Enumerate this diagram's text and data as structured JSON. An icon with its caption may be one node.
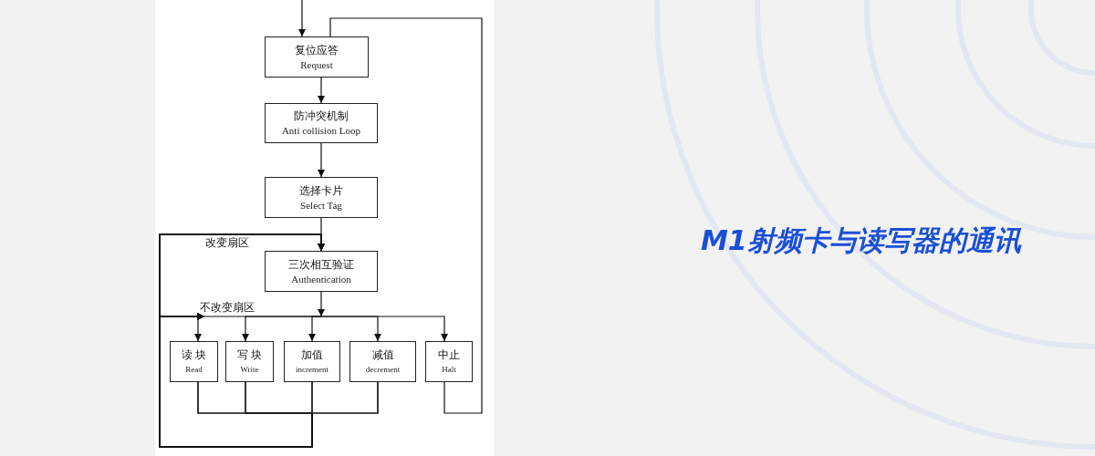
{
  "diagram": {
    "title": "M1射频卡与读写器的通讯",
    "nodes": [
      {
        "text": [
          "复位应答",
          "Request"
        ]
      },
      {
        "text": [
          "防冲突机制",
          "Anti collision Loop"
        ]
      },
      {
        "text": [
          "选择卡片",
          "Select Tag"
        ]
      },
      {
        "text": [
          "三次相互验证",
          "Authentication"
        ]
      },
      {
        "text": [
          "读 块",
          "Read"
        ]
      },
      {
        "text": [
          "写 块",
          "Write"
        ]
      },
      {
        "text": [
          "加值",
          "increment"
        ]
      },
      {
        "text": [
          "减值",
          "decrement"
        ]
      },
      {
        "text": [
          "中止",
          "Halt"
        ]
      }
    ],
    "edges": [
      {
        "from": null,
        "to": 0,
        "arrow": "to"
      },
      {
        "from": 0,
        "to": 1,
        "arrow": "to"
      },
      {
        "from": 1,
        "to": 2,
        "arrow": "to"
      },
      {
        "from": 2,
        "to": 3,
        "arrow": "to"
      },
      {
        "from": 3,
        "to": 4,
        "arrow": "to"
      },
      {
        "from": 3,
        "to": 5,
        "arrow": "to"
      },
      {
        "from": 3,
        "to": 6,
        "arrow": "to"
      },
      {
        "from": 3,
        "to": 7,
        "arrow": "to"
      },
      {
        "from": 3,
        "to": 8,
        "arrow": "to"
      },
      {
        "from": 4,
        "to": 3,
        "arrow": "to"
      },
      {
        "from": 5,
        "to": 3,
        "arrow": "to"
      },
      {
        "from": 6,
        "to": 3,
        "arrow": "to",
        "label": "改变扇区"
      },
      {
        "from": 7,
        "to": 3,
        "arrow": "to"
      },
      {
        "from": 4,
        "to": null,
        "arrow": "to"
      },
      {
        "from": 5,
        "to": 4,
        "arrow": "to"
      },
      {
        "from": 6,
        "to": 4,
        "arrow": "to",
        "label": "不改变扇区"
      },
      {
        "from": 7,
        "to": 4,
        "arrow": "to"
      },
      {
        "from": 8,
        "to": 0,
        "arrow": "none"
      }
    ]
  }
}
